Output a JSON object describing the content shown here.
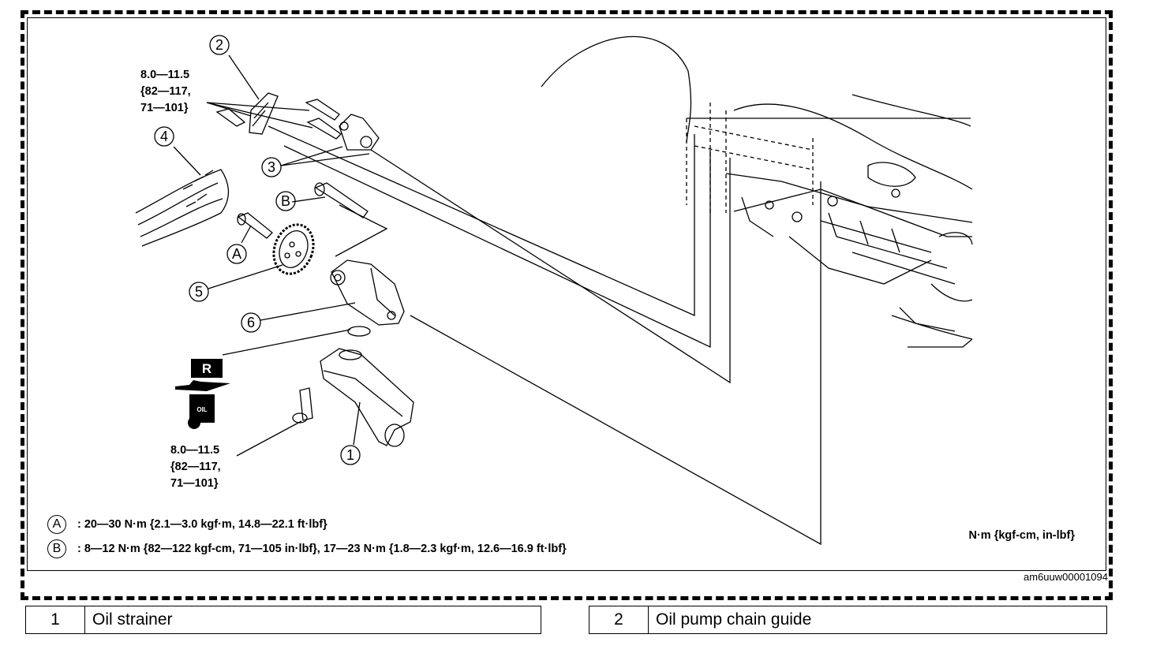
{
  "callouts": [
    "1",
    "2",
    "3",
    "4",
    "5",
    "6",
    "A",
    "B"
  ],
  "torque_top": {
    "l1": "8.0—11.5",
    "l2": "{82—117,",
    "l3": "71—101}"
  },
  "torque_bottom": {
    "l1": "8.0—11.5",
    "l2": "{82—117,",
    "l3": "71—101}"
  },
  "symbol_r": "R",
  "symbol_oil": "OIL",
  "specs": {
    "a": {
      "mark": "A",
      "text": ": 20—30 N·m {2.1—3.0 kgf·m, 14.8—22.1 ft·lbf}"
    },
    "b": {
      "mark": "B",
      "text": ": 8—12 N·m {82—122 kgf-cm, 71—105 in·lbf}, 17—23 N·m {1.8—2.3 kgf·m, 12.6—16.9 ft·lbf}"
    }
  },
  "units_note": "N·m {kgf-cm, in-lbf}",
  "image_id": "am6uuw00001094",
  "legend": [
    {
      "num": "1",
      "name": "Oil strainer"
    },
    {
      "num": "2",
      "name": "Oil pump chain guide"
    }
  ]
}
